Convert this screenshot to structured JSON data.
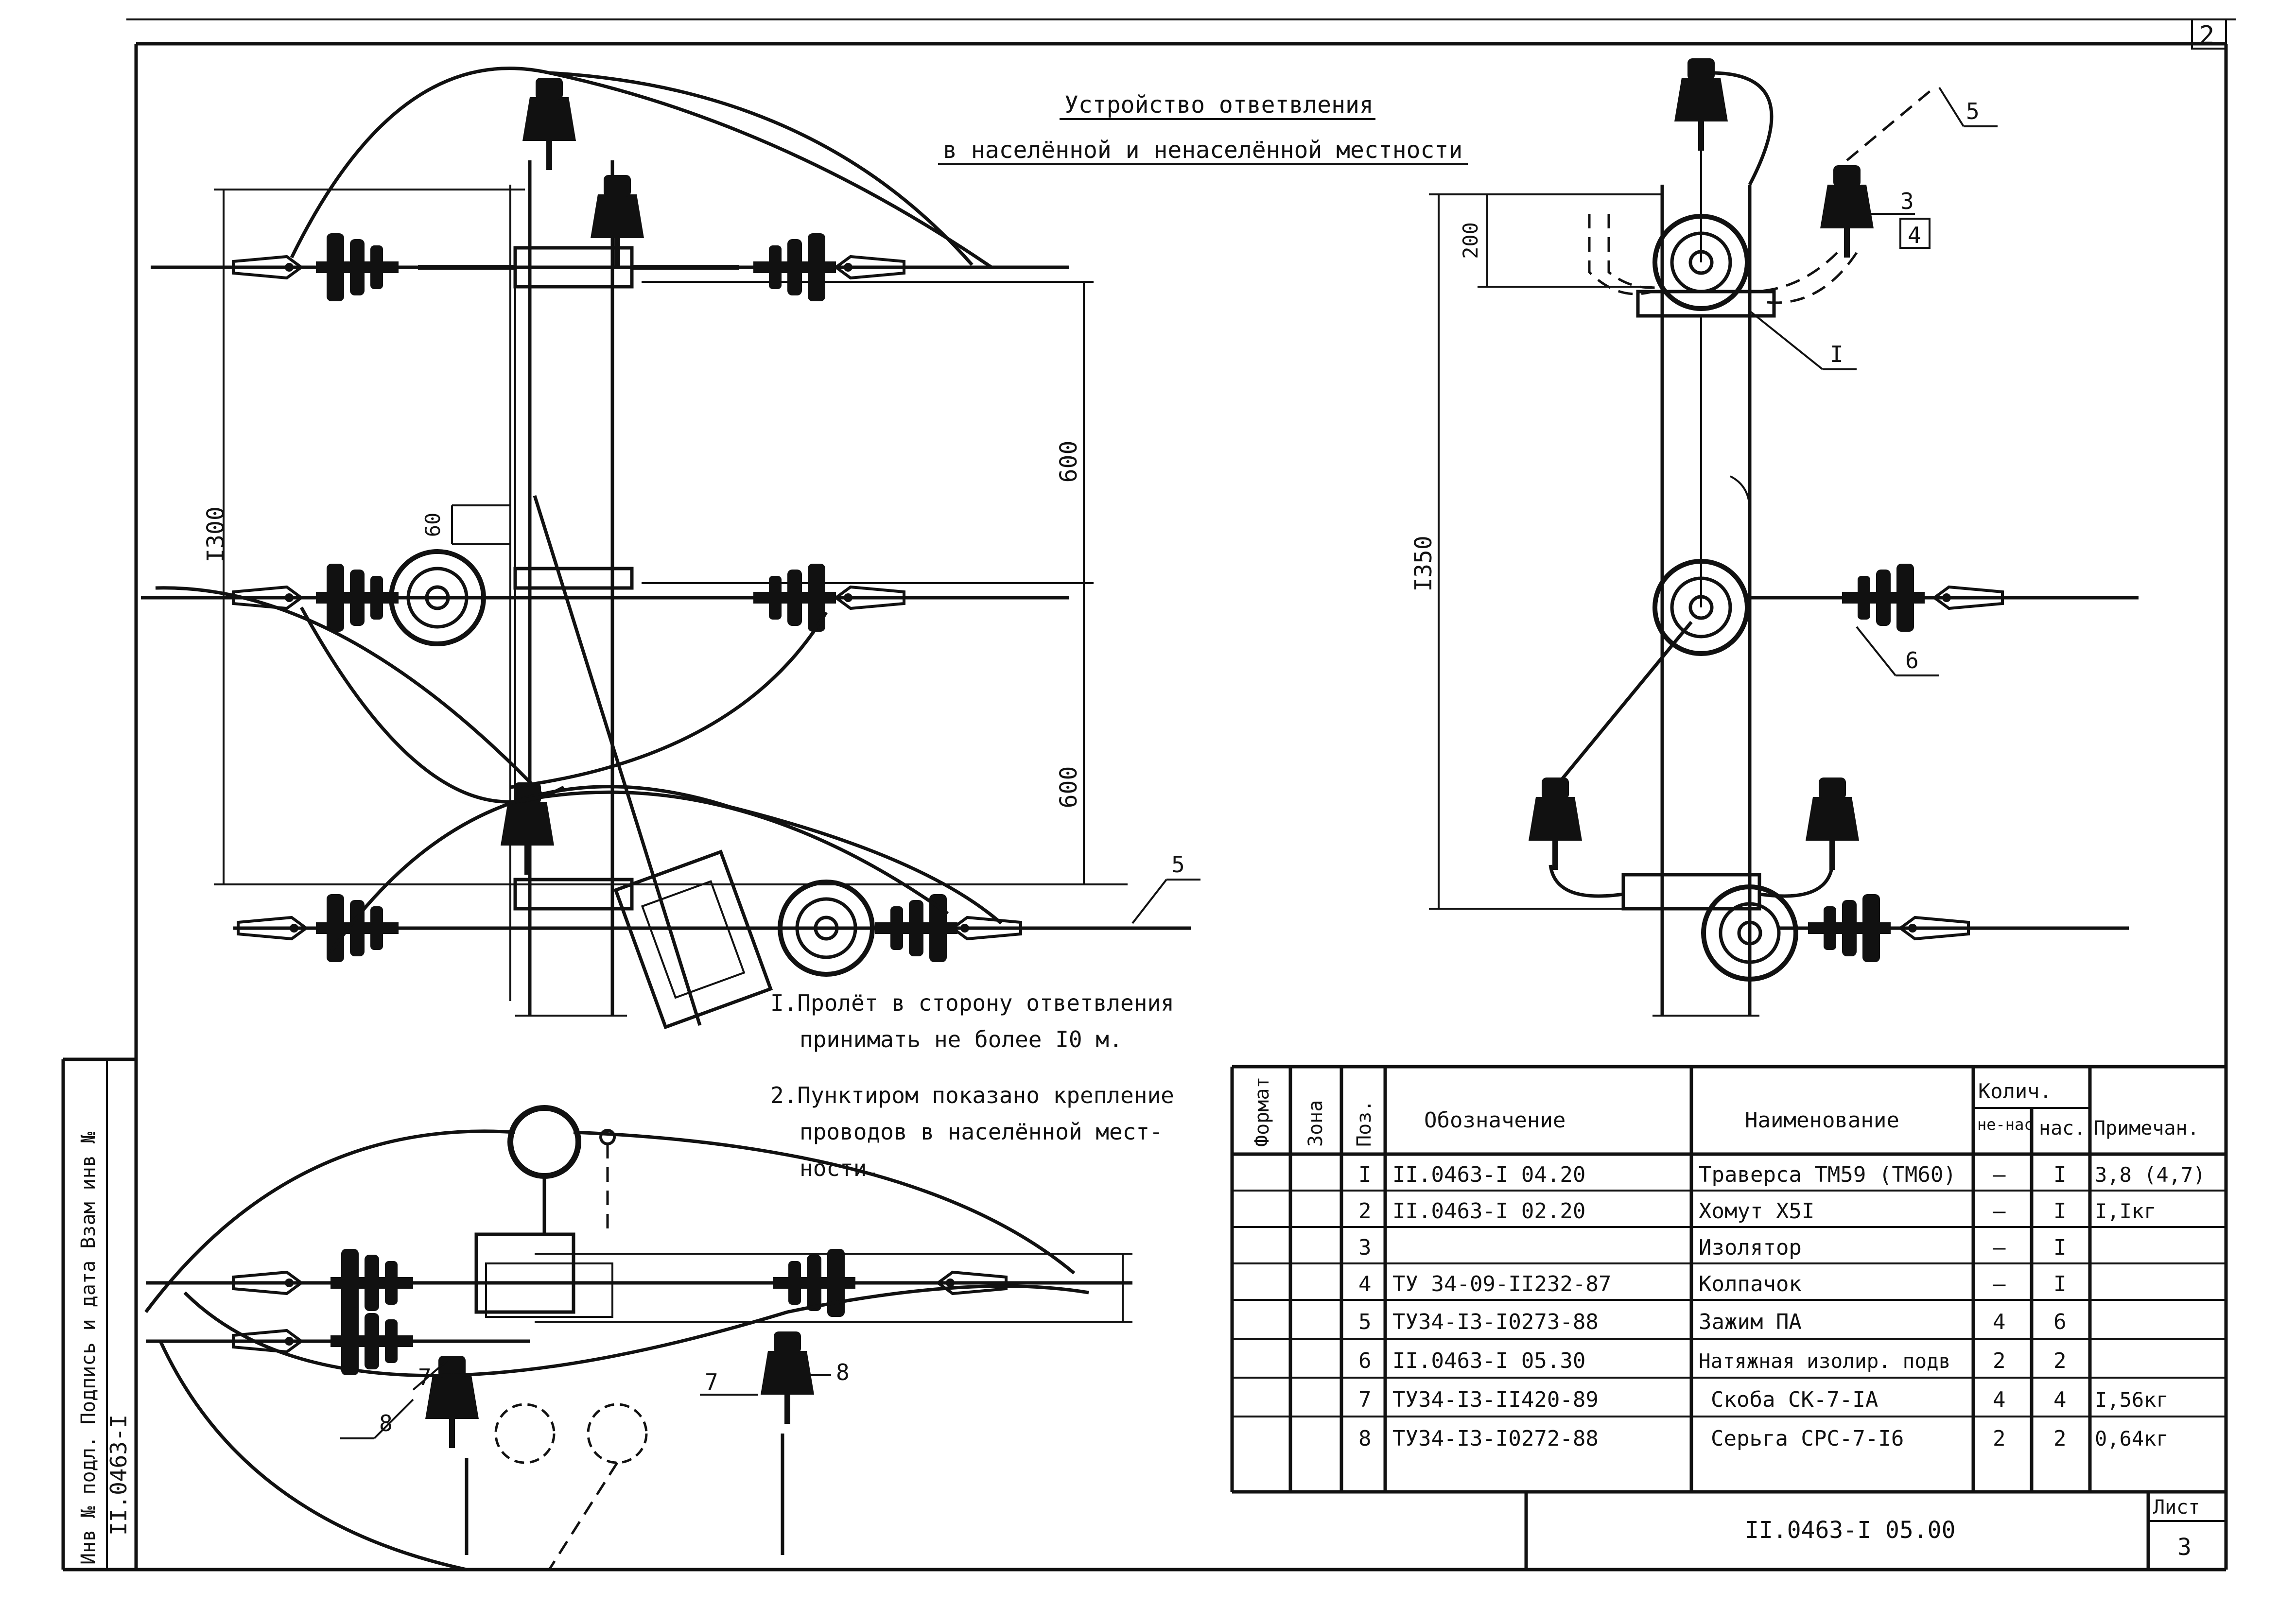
{
  "title": {
    "line1": "Устройство ответвления",
    "line2": "в населённой и ненаселённой местности"
  },
  "sheet_corner": "2",
  "side_stamp": {
    "text": "Инв № подл. Подпись и дата Взам инв №",
    "code": "II.0463-I"
  },
  "notes": [
    {
      "line1": "I.Пролёт в сторону ответвления",
      "line2": "принимать не более I0 м."
    },
    {
      "line1": "2.Пунктиром показано крепление",
      "line2": "проводов в населённой мест-",
      "line3": "ности."
    }
  ],
  "dimensions": {
    "front_total": "I300",
    "front_upper": "600",
    "front_lower": "600",
    "front_small": "60",
    "side_total": "I350",
    "side_top": "200"
  },
  "callouts": {
    "front_5": "5",
    "side_5": "5",
    "side_3": "3",
    "side_4": "4",
    "side_1": "I",
    "side_6": "6",
    "plan_7a": "7",
    "plan_8a": "8",
    "plan_7b": "7",
    "plan_8b": "8"
  },
  "table": {
    "headers": {
      "format": "Формат",
      "zone": "Зона",
      "pos": "Поз.",
      "designation": "Обозначение",
      "name": "Наименование",
      "qty": "Колич.",
      "qty_sub1": "не-нас",
      "qty_sub2": "нас.",
      "note": "Примечан."
    },
    "rows": [
      {
        "pos": "I",
        "designation": "II.0463-I 04.20",
        "name": "Траверса ТМ59 (ТМ60)",
        "q1": "—",
        "q2": "I",
        "note": "3,8 (4,7)"
      },
      {
        "pos": "2",
        "designation": "II.0463-I 02.20",
        "name": "Хомут Х5I",
        "q1": "—",
        "q2": "I",
        "note": "I,Iкг"
      },
      {
        "pos": "3",
        "designation": "",
        "name": "Изолятор",
        "q1": "—",
        "q2": "I",
        "note": ""
      },
      {
        "pos": "4",
        "designation": "ТУ 34-09-II232-87",
        "name": "Колпачок",
        "q1": "—",
        "q2": "I",
        "note": ""
      },
      {
        "pos": "5",
        "designation": "ТУ34-I3-I0273-88",
        "name": "Зажим ПА",
        "q1": "4",
        "q2": "6",
        "note": ""
      },
      {
        "pos": "6",
        "designation": "II.0463-I 05.30",
        "name": "Натяжная изолир. подв",
        "q1": "2",
        "q2": "2",
        "note": ""
      },
      {
        "pos": "7",
        "designation": "ТУ34-I3-II420-89",
        "name": "Скоба СК-7-IА",
        "q1": "4",
        "q2": "4",
        "note": "I,56кг"
      },
      {
        "pos": "8",
        "designation": "ТУ34-I3-I0272-88",
        "name": "Серьга СРС-7-I6",
        "q1": "2",
        "q2": "2",
        "note": "0,64кг"
      }
    ]
  },
  "footer": {
    "doc_code": "II.0463-I 05.00",
    "sheet_label": "Лист",
    "sheet_number": "3"
  },
  "colors": {
    "ink": "#111111",
    "paper": "#ffffff"
  }
}
